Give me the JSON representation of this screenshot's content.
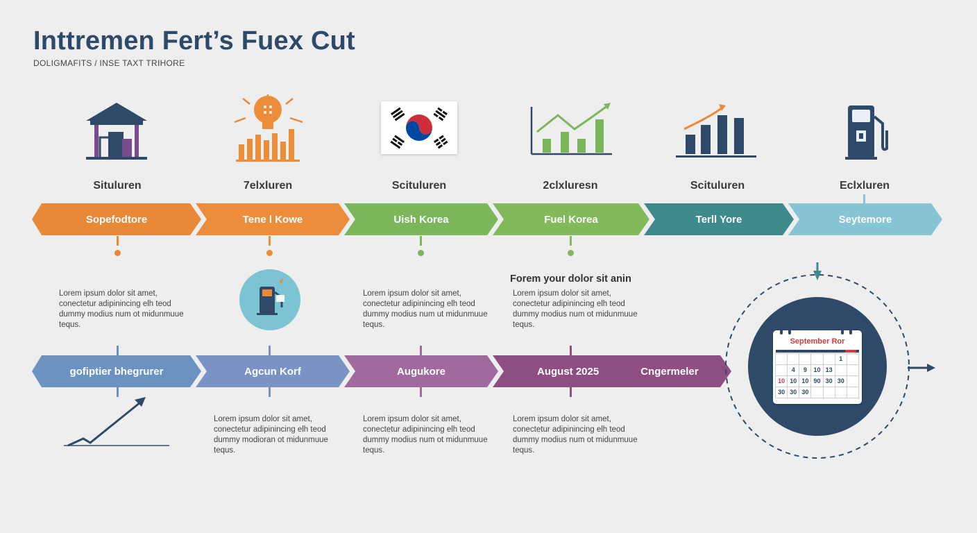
{
  "title": "Inttremen Fert’s Fuex Cut",
  "subtitle": "DOLIGMAFITS / INSE TAXT TRIHORE",
  "steps": [
    {
      "label": "Situluren",
      "arrow": "Sopefodtore",
      "icon": "house-icon",
      "color": "#e8893a"
    },
    {
      "label": "7elxluren",
      "arrow": "Tene l Kowe",
      "icon": "lightbulb-chart-icon",
      "color": "#ec8d3c"
    },
    {
      "label": "Scituluren",
      "arrow": "Uish Korea",
      "icon": "korea-flag-icon",
      "color": "#7cb65a"
    },
    {
      "label": "2clxluresn",
      "arrow": "Fuel Korea",
      "icon": "line-bar-chart-icon",
      "color": "#82b95b"
    },
    {
      "label": "Scituluren",
      "arrow": "Terll Yore",
      "icon": "growth-bar-chart-icon",
      "color": "#3e8a8c"
    },
    {
      "label": "Eclxluren",
      "arrow": "Seytemore",
      "icon": "fuel-pump-icon",
      "color": "#86c4d6"
    }
  ],
  "timeline2": [
    {
      "arrow": "gofiptier bhegrurer",
      "color": "#6b92c0"
    },
    {
      "arrow": "Agcun Korf",
      "color": "#7a93c4"
    },
    {
      "arrow": "Augukore",
      "color": "#a06a9e"
    },
    {
      "arrow": "August 2025",
      "extra": "Cngermeler",
      "color": "#8e4e82"
    }
  ],
  "paragraphs": {
    "p1": "Lorem ipsum dolor sit amet, conectetur adipinincing elh teod dummy modius num ot midunmuue tequs.",
    "p2": "Lorem ipsum dolor sit amet, conectetur adipinincing elh teod dummy modius num ut midunmuue tequs.",
    "p3": "Lorem ipsum dolor sit amet, conectetur adipinincing elh teod dummy modius num ot midunmuue tequs.",
    "p4": "Lorem ipsum dolor sit amet, conectetur adipinincing elh teod dummy modioran ot midunmuue tequs.",
    "p5": "Lorem ipsum dolor sit amet, conectetur adipinincing elh teod dummy modius num ot midunmuue tequs.",
    "p6": "Lorem ipsum dolor sit amet, conectetur adipinincing elh teod dummy modius num ot midunmuue tequs."
  },
  "section_heading": "Forem your dolor sit anin",
  "calendar": {
    "title": "September Ror",
    "rows": [
      [
        "",
        "",
        "",
        "",
        "",
        "1",
        ""
      ],
      [
        "",
        "4",
        "9",
        "10",
        "13",
        "",
        ""
      ],
      [
        "10",
        "10",
        "10",
        "90",
        "30",
        "30",
        ""
      ],
      [
        "30",
        "30",
        "30",
        "",
        "",
        "",
        ""
      ]
    ],
    "accent": "#d23b3b",
    "navy": "#2e4a68"
  }
}
